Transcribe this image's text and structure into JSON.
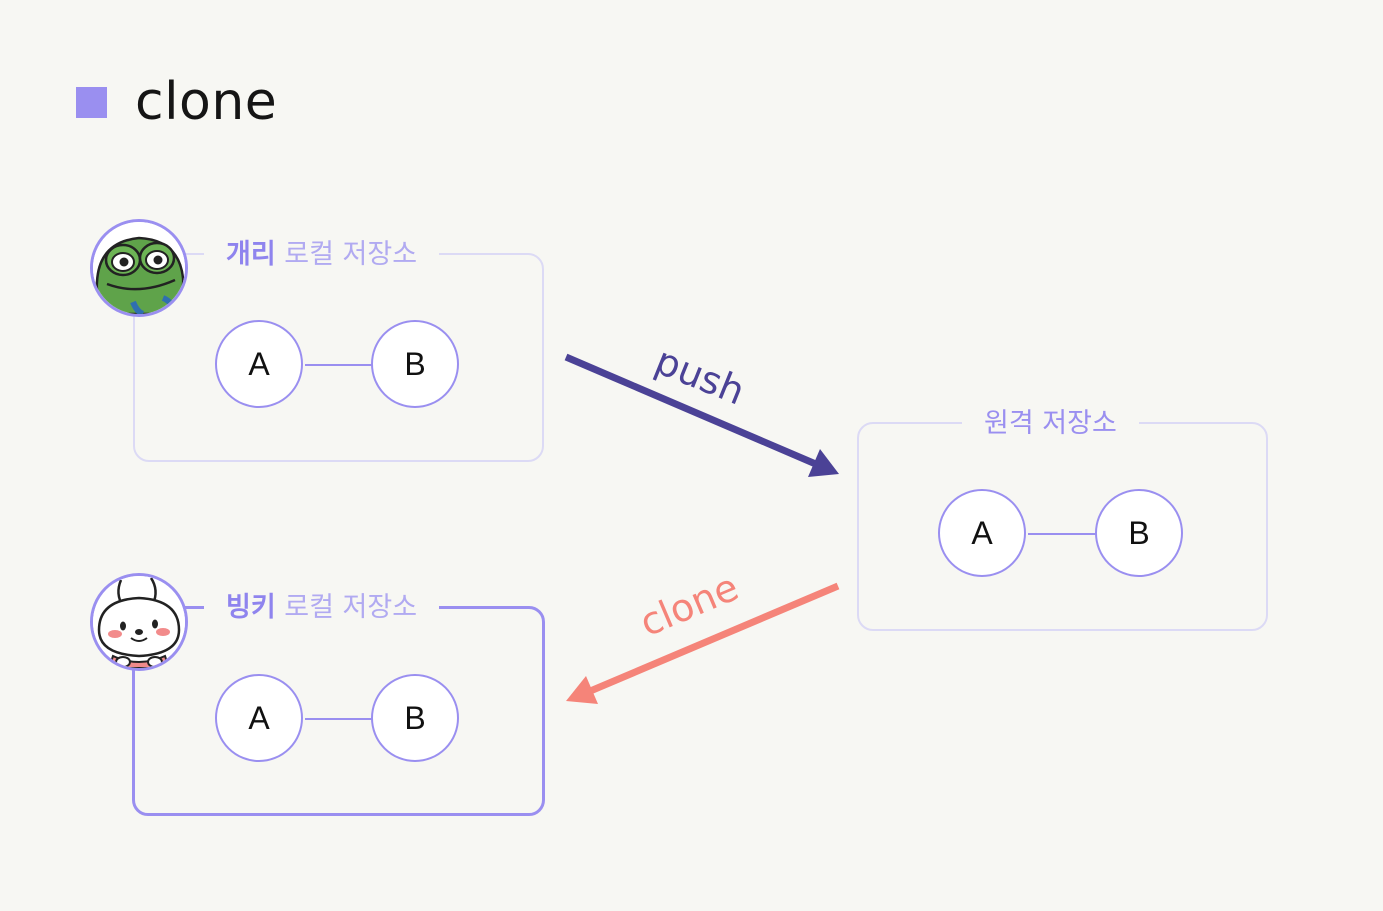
{
  "title": "clone",
  "local_gary": {
    "name": "개리",
    "suffix": "로컬 저장소",
    "commits": [
      "A",
      "B"
    ]
  },
  "remote": {
    "label": "원격 저장소",
    "commits": [
      "A",
      "B"
    ]
  },
  "local_bingki": {
    "name": "빙키",
    "suffix": "로컬 저장소",
    "commits": [
      "A",
      "B"
    ]
  },
  "arrows": {
    "push_label": "push",
    "clone_label": "clone"
  },
  "colors": {
    "accent": "#9a8ff0",
    "push": "#4b4296",
    "clone": "#f58479",
    "background": "#f7f7f3"
  },
  "icons": {
    "gary_avatar": "frog-avatar-icon",
    "bingki_avatar": "bunny-avatar-icon"
  }
}
